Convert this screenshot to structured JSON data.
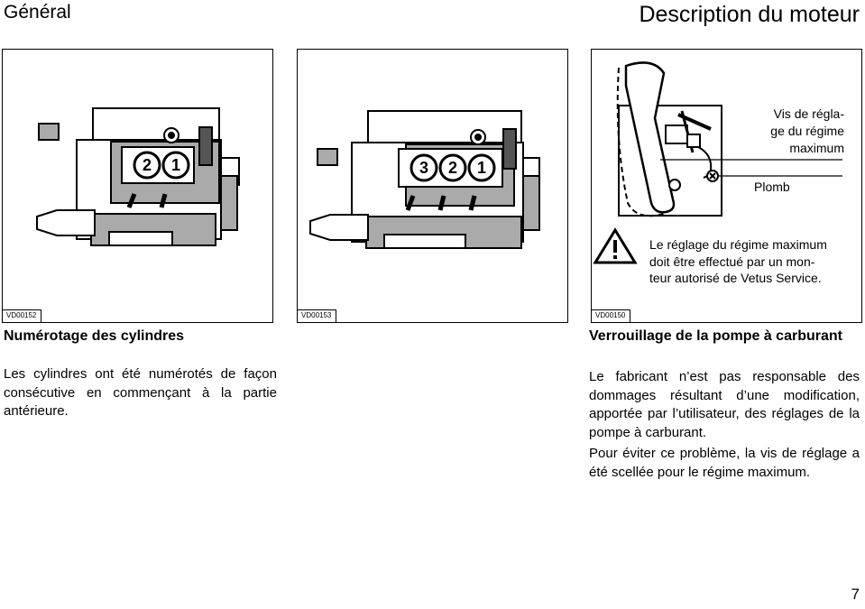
{
  "header": {
    "left": "Général",
    "right": "Description du moteur"
  },
  "figures": [
    {
      "code": "VD00152",
      "numbers": [
        "2",
        "1"
      ]
    },
    {
      "code": "VD00153",
      "numbers": [
        "3",
        "2",
        "1"
      ]
    },
    {
      "code": "VD00150",
      "label_screw": [
        "Vis de régla-",
        "ge du régime",
        "maximum"
      ],
      "label_seal": "Plomb",
      "warning": [
        "Le réglage du régime maximum",
        "doit être effectué par un mon-",
        "teur autorisé de Vetus Service."
      ]
    }
  ],
  "sections": {
    "cylinders": {
      "title": "Numérotage des cylindres",
      "text": "Les cylindres ont été numérotés de façon consécutive en commençant à la partie antérieure."
    },
    "pump": {
      "title": "Verrouillage de la pompe à carburant",
      "text1": "Le fabricant n’est pas responsable des dommages résultant d’une modification, apportée par l’utilisateur, des réglages de la pompe à carburant.",
      "text2": "Pour éviter ce problème, la vis de réglage a été scellée pour le régime maximum."
    }
  },
  "page_number": "7"
}
